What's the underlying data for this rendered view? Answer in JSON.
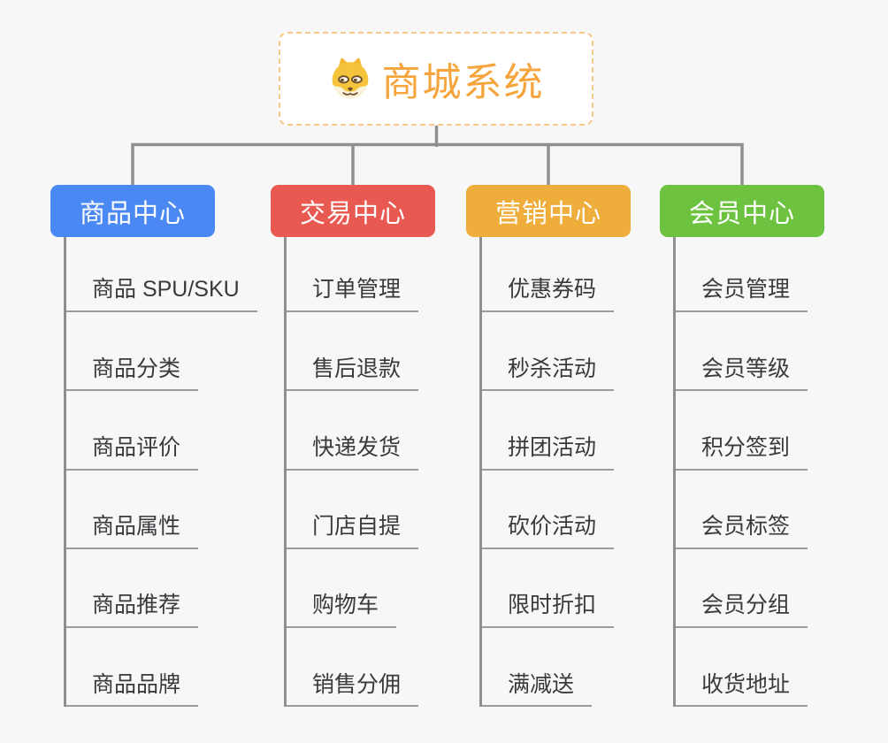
{
  "canvas": {
    "background": "#f7f7f7",
    "connector_color": "#8f8f8f",
    "underline_color": "#9c9c9c",
    "item_text_color": "#3a3a3e"
  },
  "root": {
    "title": "商城系统",
    "icon": "shiba-dog-icon",
    "text_color": "#f5a53c",
    "border_color": "#f5c988"
  },
  "branches": [
    {
      "label": "商品中心",
      "color": "#4a89f3",
      "items": [
        "商品 SPU/SKU",
        "商品分类",
        "商品评价",
        "商品属性",
        "商品推荐",
        "商品品牌"
      ]
    },
    {
      "label": "交易中心",
      "color": "#e75951",
      "items": [
        "订单管理",
        "售后退款",
        "快递发货",
        "门店自提",
        "购物车",
        "销售分佣"
      ]
    },
    {
      "label": "营销中心",
      "color": "#efad3b",
      "items": [
        "优惠券码",
        "秒杀活动",
        "拼团活动",
        "砍价活动",
        "限时折扣",
        "满减送"
      ]
    },
    {
      "label": "会员中心",
      "color": "#6dc23f",
      "items": [
        "会员管理",
        "会员等级",
        "积分签到",
        "会员标签",
        "会员分组",
        "收货地址"
      ]
    }
  ]
}
